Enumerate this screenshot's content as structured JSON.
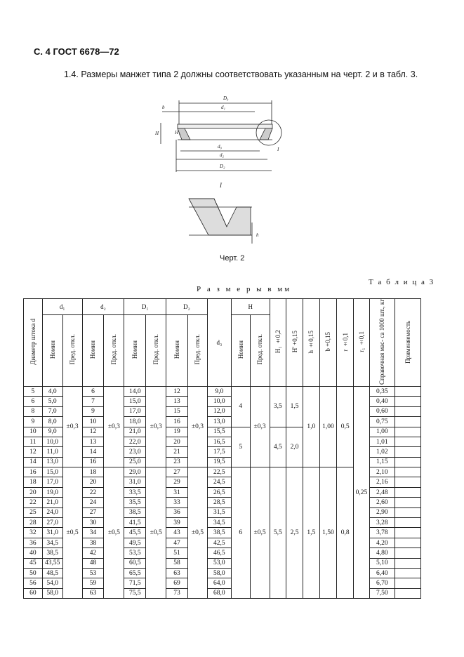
{
  "page_header": "С. 4 ГОСТ 6678—72",
  "paragraph": "1.4. Размеры манжет типа 2 должны соответствовать указанным на черт. 2 и в табл. 3.",
  "drawing_labels": {
    "D0": "D₀",
    "b": "b",
    "d1": "d₁",
    "H": "H",
    "H1": "H₁",
    "I": "I",
    "d0": "d₀",
    "d2": "d₂",
    "D2": "D₂",
    "detail": "I",
    "h": "h"
  },
  "figure_caption": "Черт. 2",
  "table_label": "Т а б л и ц а 3",
  "table_subtitle": "Р а з м е р ы   в   мм",
  "headers": {
    "col_d": "Диаметр штока d",
    "d1": "d₁",
    "d2": "d₂",
    "D1": "D₁",
    "D2": "D₂",
    "d3": "d₃",
    "H": "H",
    "nomin": "Номин",
    "pred": "Пред. откл.",
    "H1": "H₁ ±0,2",
    "Hs": "H' +0,15",
    "h": "h ±0,15",
    "bcol": "b +0,15",
    "rcol": "r ±0,1",
    "r1col": "r₁ ±0,1",
    "mass": "Справочная мас- са 1000 шт., кг",
    "appl": "Применяемость"
  },
  "rows": [
    [
      "5",
      "4,0",
      "6",
      "14,0",
      "12",
      "9,0",
      "0,35"
    ],
    [
      "6",
      "5,0",
      "7",
      "15,0",
      "13",
      "10,0",
      "0,40"
    ],
    [
      "8",
      "7,0",
      "9",
      "17,0",
      "15",
      "12,0",
      "0,60"
    ],
    [
      "9",
      "8,0",
      "10",
      "18,0",
      "16",
      "13,0",
      "0,75"
    ],
    [
      "10",
      "9,0",
      "12",
      "21,0",
      "19",
      "15,5",
      "1,00"
    ],
    [
      "11",
      "10,0",
      "13",
      "22,0",
      "20",
      "16,5",
      "1,01"
    ],
    [
      "12",
      "11,0",
      "14",
      "23,0",
      "21",
      "17,5",
      "1,02"
    ],
    [
      "14",
      "13,0",
      "16",
      "25,0",
      "23",
      "19,5",
      "1,15"
    ],
    [
      "16",
      "15,0",
      "18",
      "29,0",
      "27",
      "22,5",
      "2,10"
    ],
    [
      "18",
      "17,0",
      "20",
      "31,0",
      "29",
      "24,5",
      "2,16"
    ],
    [
      "20",
      "19,0",
      "22",
      "33,5",
      "31",
      "26,5",
      "2,48"
    ],
    [
      "22",
      "21,0",
      "24",
      "35,5",
      "33",
      "28,5",
      "2,60"
    ],
    [
      "25",
      "24,0",
      "27",
      "38,5",
      "36",
      "31,5",
      "2,90"
    ],
    [
      "28",
      "27,0",
      "30",
      "41,5",
      "39",
      "34,5",
      "3,28"
    ],
    [
      "32",
      "31,0",
      "34",
      "45,5",
      "43",
      "38,5",
      "3,78"
    ],
    [
      "36",
      "34,5",
      "38",
      "49,5",
      "47",
      "42,5",
      "4,20"
    ],
    [
      "40",
      "38,5",
      "42",
      "53,5",
      "51",
      "46,5",
      "4,80"
    ],
    [
      "45",
      "43,55",
      "48",
      "60,5",
      "58",
      "53,0",
      "5,10"
    ],
    [
      "50",
      "48,5",
      "53",
      "65,5",
      "63",
      "58,0",
      "6,40"
    ],
    [
      "56",
      "54,0",
      "59",
      "71,5",
      "69",
      "64,0",
      "6,70"
    ],
    [
      "60",
      "58,0",
      "63",
      "75,5",
      "73",
      "68,0",
      "7,50"
    ]
  ],
  "merged": {
    "tol03": "±0,3",
    "tol05": "±0,5",
    "H_a": "4",
    "H_b": "5",
    "H_c": "6",
    "Htol_a": "±0,3",
    "Htol_c": "±0,5",
    "H1_a": "3,5",
    "H1_b": "4,5",
    "H1_c": "5,5",
    "Hs_a": "1,5",
    "Hs_b": "2,0",
    "Hs_c": "2,5",
    "h_a": "1,0",
    "h_c": "1,5",
    "b_a": "1,00",
    "b_c": "1,50",
    "r_a": "0,5",
    "r_c": "0,8",
    "r1": "0,25"
  }
}
